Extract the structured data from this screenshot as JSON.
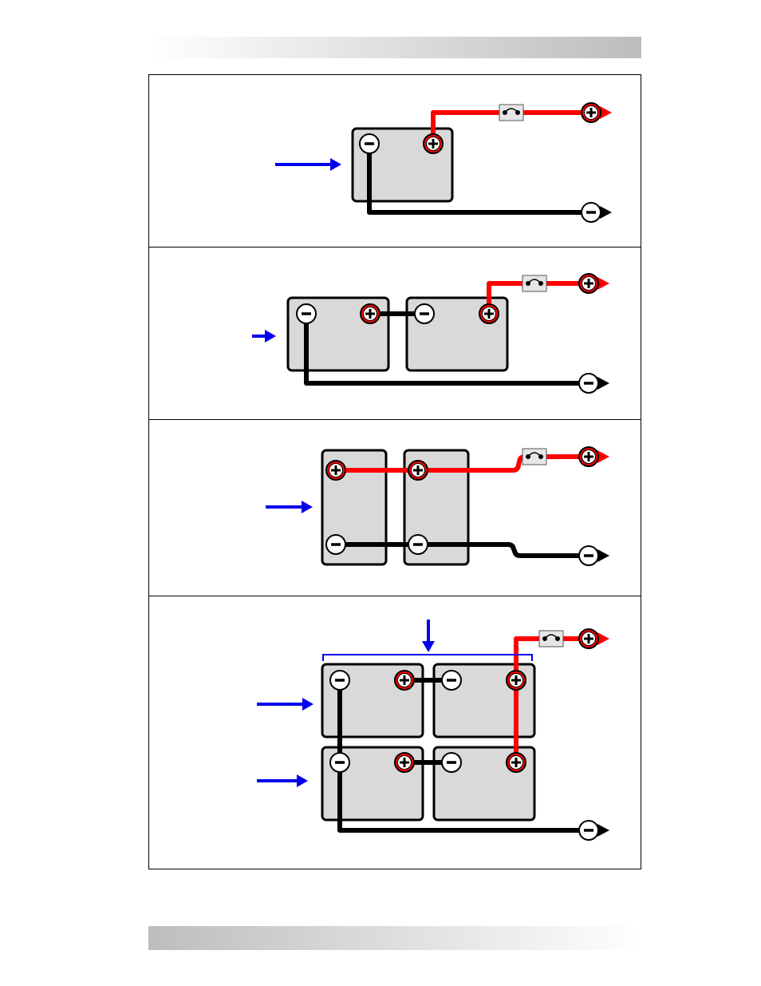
{
  "colors": {
    "positive_wire": "#ff0000",
    "negative_wire": "#000000",
    "indicator_arrow": "#0000ee",
    "battery_fill": "#d9d9d9",
    "frame": "#000000",
    "header_gradient_light": "#ffffff",
    "header_gradient_dark": "#bdbdbd"
  },
  "icons": {
    "positive_terminal": "plus-terminal-icon",
    "negative_terminal": "minus-terminal-icon",
    "fuse": "fuse-icon",
    "output_arrow": "arrowhead-icon",
    "indicator_arrow": "blue-arrow-icon"
  },
  "panels": [
    {
      "id": "single-battery",
      "batteries": 1,
      "fused": true
    },
    {
      "id": "two-batteries-series",
      "batteries": 2,
      "fused": true
    },
    {
      "id": "two-batteries-parallel",
      "batteries": 2,
      "fused": true
    },
    {
      "id": "four-batteries-series-parallel",
      "batteries": 4,
      "fused": true
    }
  ]
}
